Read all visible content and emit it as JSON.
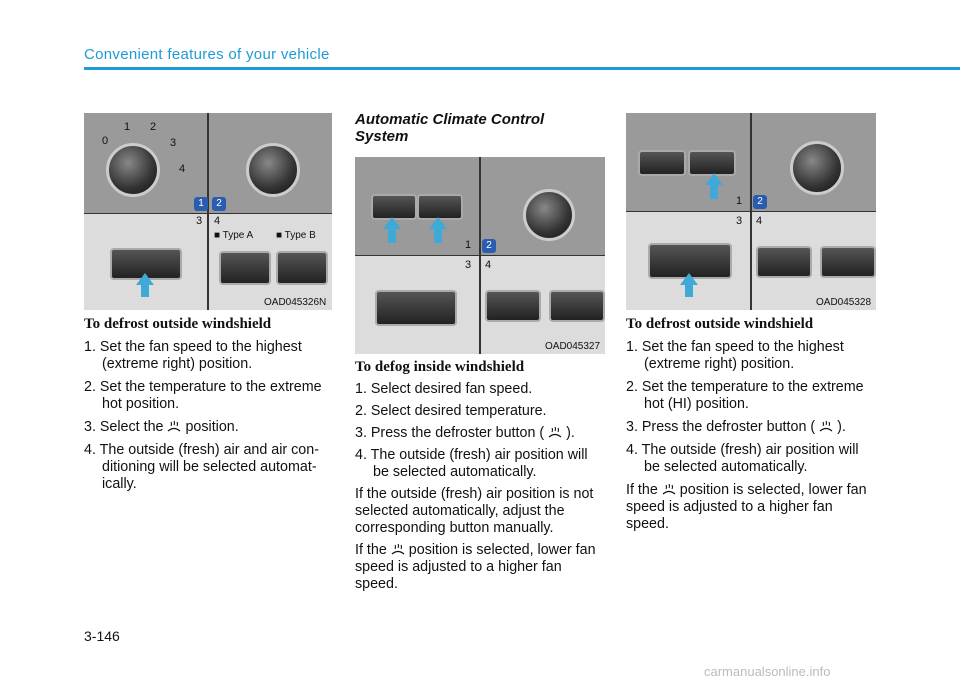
{
  "header": {
    "section_title": "Convenient features of your vehicle"
  },
  "page_number": "3-146",
  "watermark": "carmanualsonline.info",
  "figures": [
    {
      "code": "OAD045326N",
      "labels": [
        "1",
        "2",
        "3",
        "4"
      ],
      "type_a": "■ Type A",
      "type_b": "■ Type B",
      "knob_marks": [
        "0",
        "1",
        "2",
        "3",
        "4"
      ]
    },
    {
      "code": "OAD045327",
      "labels": [
        "1",
        "2",
        "3",
        "4"
      ]
    },
    {
      "code": "OAD045328",
      "labels": [
        "1",
        "2",
        "3",
        "4"
      ]
    }
  ],
  "col1": {
    "heading": "To defrost outside windshield",
    "items": [
      "1. Set the fan speed to the highest (extreme right) position.",
      "2. Set the temperature to the extreme hot position."
    ],
    "item3_pre": "3. Select the",
    "item3_post": "position.",
    "item4": "4. The outside (fresh) air and air con­ditioning will be selected automat­ically."
  },
  "col2": {
    "section": "Automatic Climate Control System",
    "heading": "To defog inside windshield",
    "items": [
      "1. Select desired fan speed.",
      "2. Select desired temperature."
    ],
    "item3_pre": "3. Press the defroster button (",
    "item3_post": ").",
    "item4": "4. The outside (fresh) air position will be selected automatically.",
    "para1": "If the outside (fresh) air position is not selected automatically, adjust the corresponding button manually.",
    "para2_pre": "If the",
    "para2_post": "position is selected, lower fan speed is adjusted to a higher fan speed."
  },
  "col3": {
    "heading": "To defrost outside windshield",
    "items": [
      "1. Set the fan speed to the highest (extreme right) position.",
      "2. Set the temperature to the extreme hot (HI) position."
    ],
    "item3_pre": "3. Press the defroster button (",
    "item3_post": ").",
    "item4": "4. The outside (fresh) air position will be selected automatically.",
    "para_pre": "If the",
    "para_post": "position is selected, lower fan speed is adjusted to a higher fan speed."
  },
  "colors": {
    "accent": "#1e9bd7",
    "arrow": "#3fa9d8",
    "badge": "#2a5cb0"
  },
  "icons": [
    "defrost-icon",
    "fan-knob",
    "arrow-up-icon"
  ]
}
